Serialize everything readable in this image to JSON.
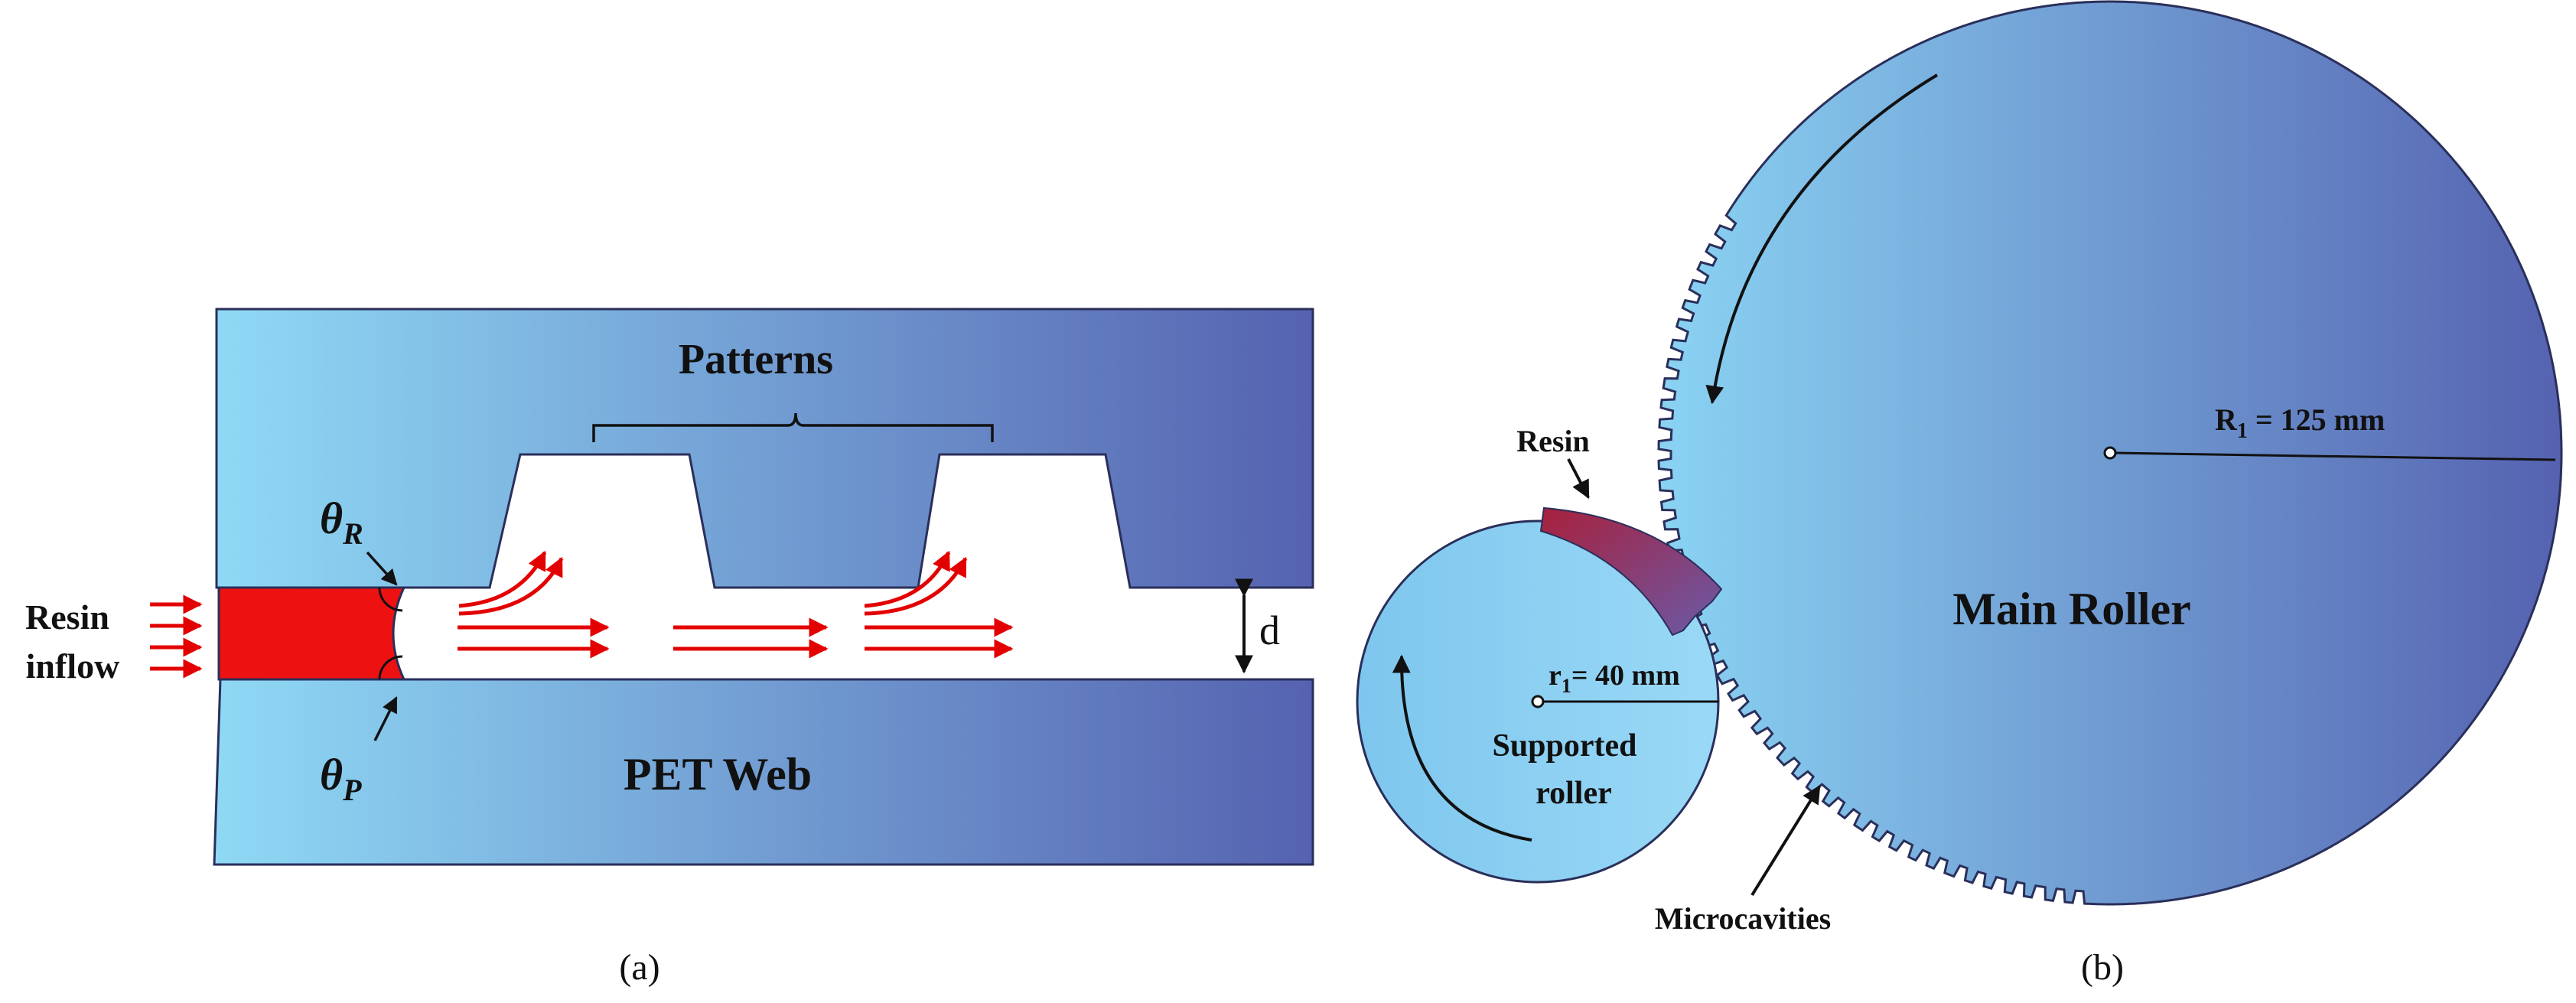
{
  "panel_a": {
    "caption": "(a)",
    "patterns_label": "Patterns",
    "theta_r_label": "θ",
    "theta_r_sub": "R",
    "theta_p_label": "θ",
    "theta_p_sub": "P",
    "inflow_label_line1": "Resin",
    "inflow_label_line2": "inflow",
    "gap_label": "d",
    "web_label": "PET Web"
  },
  "panel_b": {
    "caption": "(b)",
    "resin_label": "Resin",
    "small_radius_main": "r",
    "small_radius_sub": "1",
    "small_radius_value": "= 40 mm",
    "big_radius_main": "R",
    "big_radius_sub": "1",
    "big_radius_value": " = 125 mm",
    "main_roller_label": "Main Roller",
    "supported_label_line1": "Supported",
    "supported_label_line2": "roller",
    "microcavities_label": "Microcavities"
  },
  "colors": {
    "gradient_light": "#8fd9f5",
    "gradient_dark": "#5562b0",
    "resin_red": "#ee1111",
    "resin_dark": "#9e2448",
    "arrow_red": "#e30000"
  }
}
